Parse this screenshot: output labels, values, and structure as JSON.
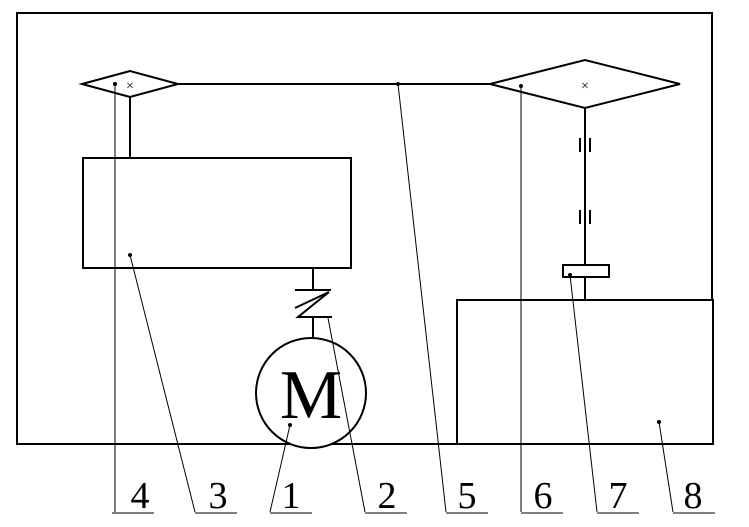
{
  "diagram": {
    "motor_symbol": "M",
    "pulley_mark": "×",
    "labels": [
      "4",
      "3",
      "1",
      "2",
      "5",
      "6",
      "7",
      "8"
    ],
    "line_color": "#000000",
    "background": "#ffffff"
  }
}
